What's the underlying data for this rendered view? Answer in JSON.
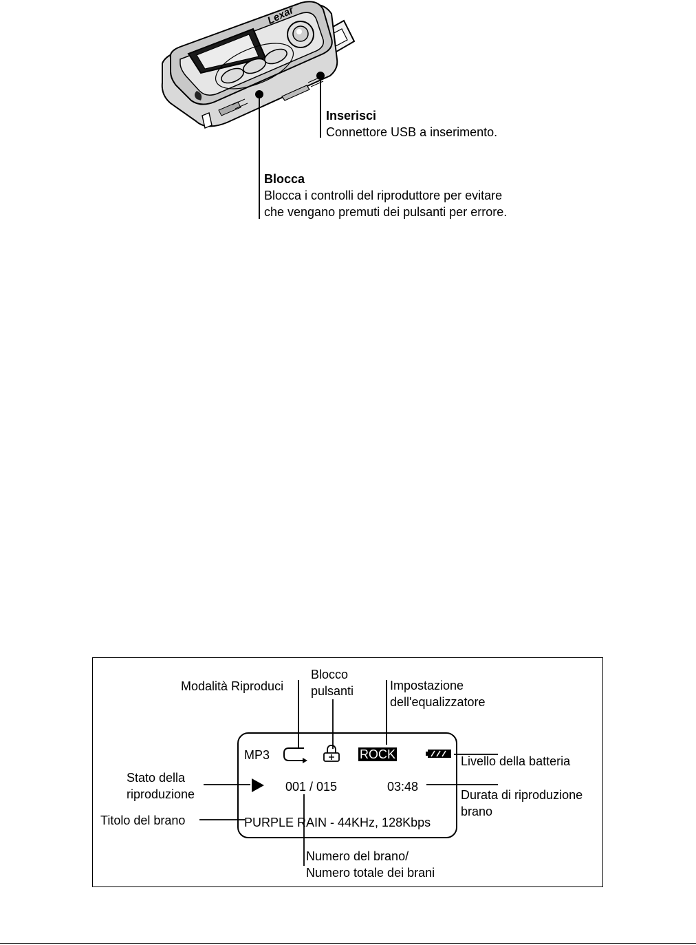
{
  "device": {
    "brand": "Lexar",
    "callouts": {
      "insert": {
        "title": "Inserisci",
        "desc": "Connettore USB a inserimento."
      },
      "lock": {
        "title": "Blocca",
        "desc_line1": "Blocca i controlli del riproduttore per evitare",
        "desc_line2": "che vengano premuti dei pulsanti per errore."
      }
    }
  },
  "display_diagram": {
    "labels": {
      "play_mode": "Modalità Riproduci",
      "button_lock_line1": "Blocco",
      "button_lock_line2": "pulsanti",
      "eq_line1": "Impostazione",
      "eq_line2": "dell'equalizzatore",
      "battery": "Livello della batteria",
      "play_state_line1": "Stato della",
      "play_state_line2": "riproduzione",
      "duration_line1": "Durata di riproduzione",
      "duration_line2": "brano",
      "track_title": "Titolo del brano",
      "track_number_line1": "Numero del brano/",
      "track_number_line2": "Numero totale dei brani"
    },
    "screen": {
      "format": "MP3",
      "eq_preset": "ROCK",
      "track_counter": "001 / 015",
      "time": "03:48",
      "title_line": "PURPLE RAIN - 44KHz, 128Kbps",
      "icons": {
        "repeat": "repeat-icon",
        "lock": "lock-icon",
        "play": "play-icon",
        "battery": "battery-icon"
      }
    }
  }
}
